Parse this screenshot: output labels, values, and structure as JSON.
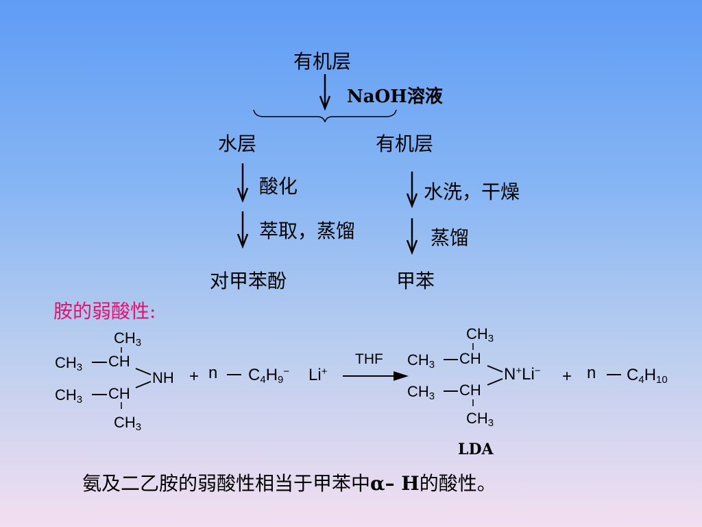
{
  "flow": {
    "organic_layer_top": "有机层",
    "reagent_naoh": "NaOH溶液",
    "water_layer": "水层",
    "organic_layer_right": "有机层",
    "acidify": "酸化",
    "extract_distill": "萃取，蒸馏",
    "wash_dry": "水洗，干燥",
    "distill": "蒸馏",
    "product_cresol": "对甲苯酚",
    "product_toluene": "甲苯"
  },
  "section_heading": "胺的弱酸性:",
  "reaction": {
    "ch3": "CH",
    "ch": "CH",
    "three": "3",
    "nh": "NH",
    "plus": "+",
    "n": "n",
    "c4h9_c": "C",
    "c4h9_4": "4",
    "c4h9_h": "H",
    "c4h9_9": "9",
    "minus": "−",
    "li": "Li",
    "thf": "THF",
    "n_atom": "N",
    "c4h10_c": "C",
    "c4h10_4": "4",
    "c4h10_h": "H",
    "c4h10_10": "10",
    "lda": "LDA"
  },
  "conclusion": {
    "text_before": "氨及二乙胺的弱酸性相当于甲苯中",
    "alpha_h": "α– H",
    "text_after": "的酸性。"
  },
  "colors": {
    "heading": "#e8106e",
    "background_top": "#5f9cf5",
    "background_bottom": "#f3dff0"
  }
}
